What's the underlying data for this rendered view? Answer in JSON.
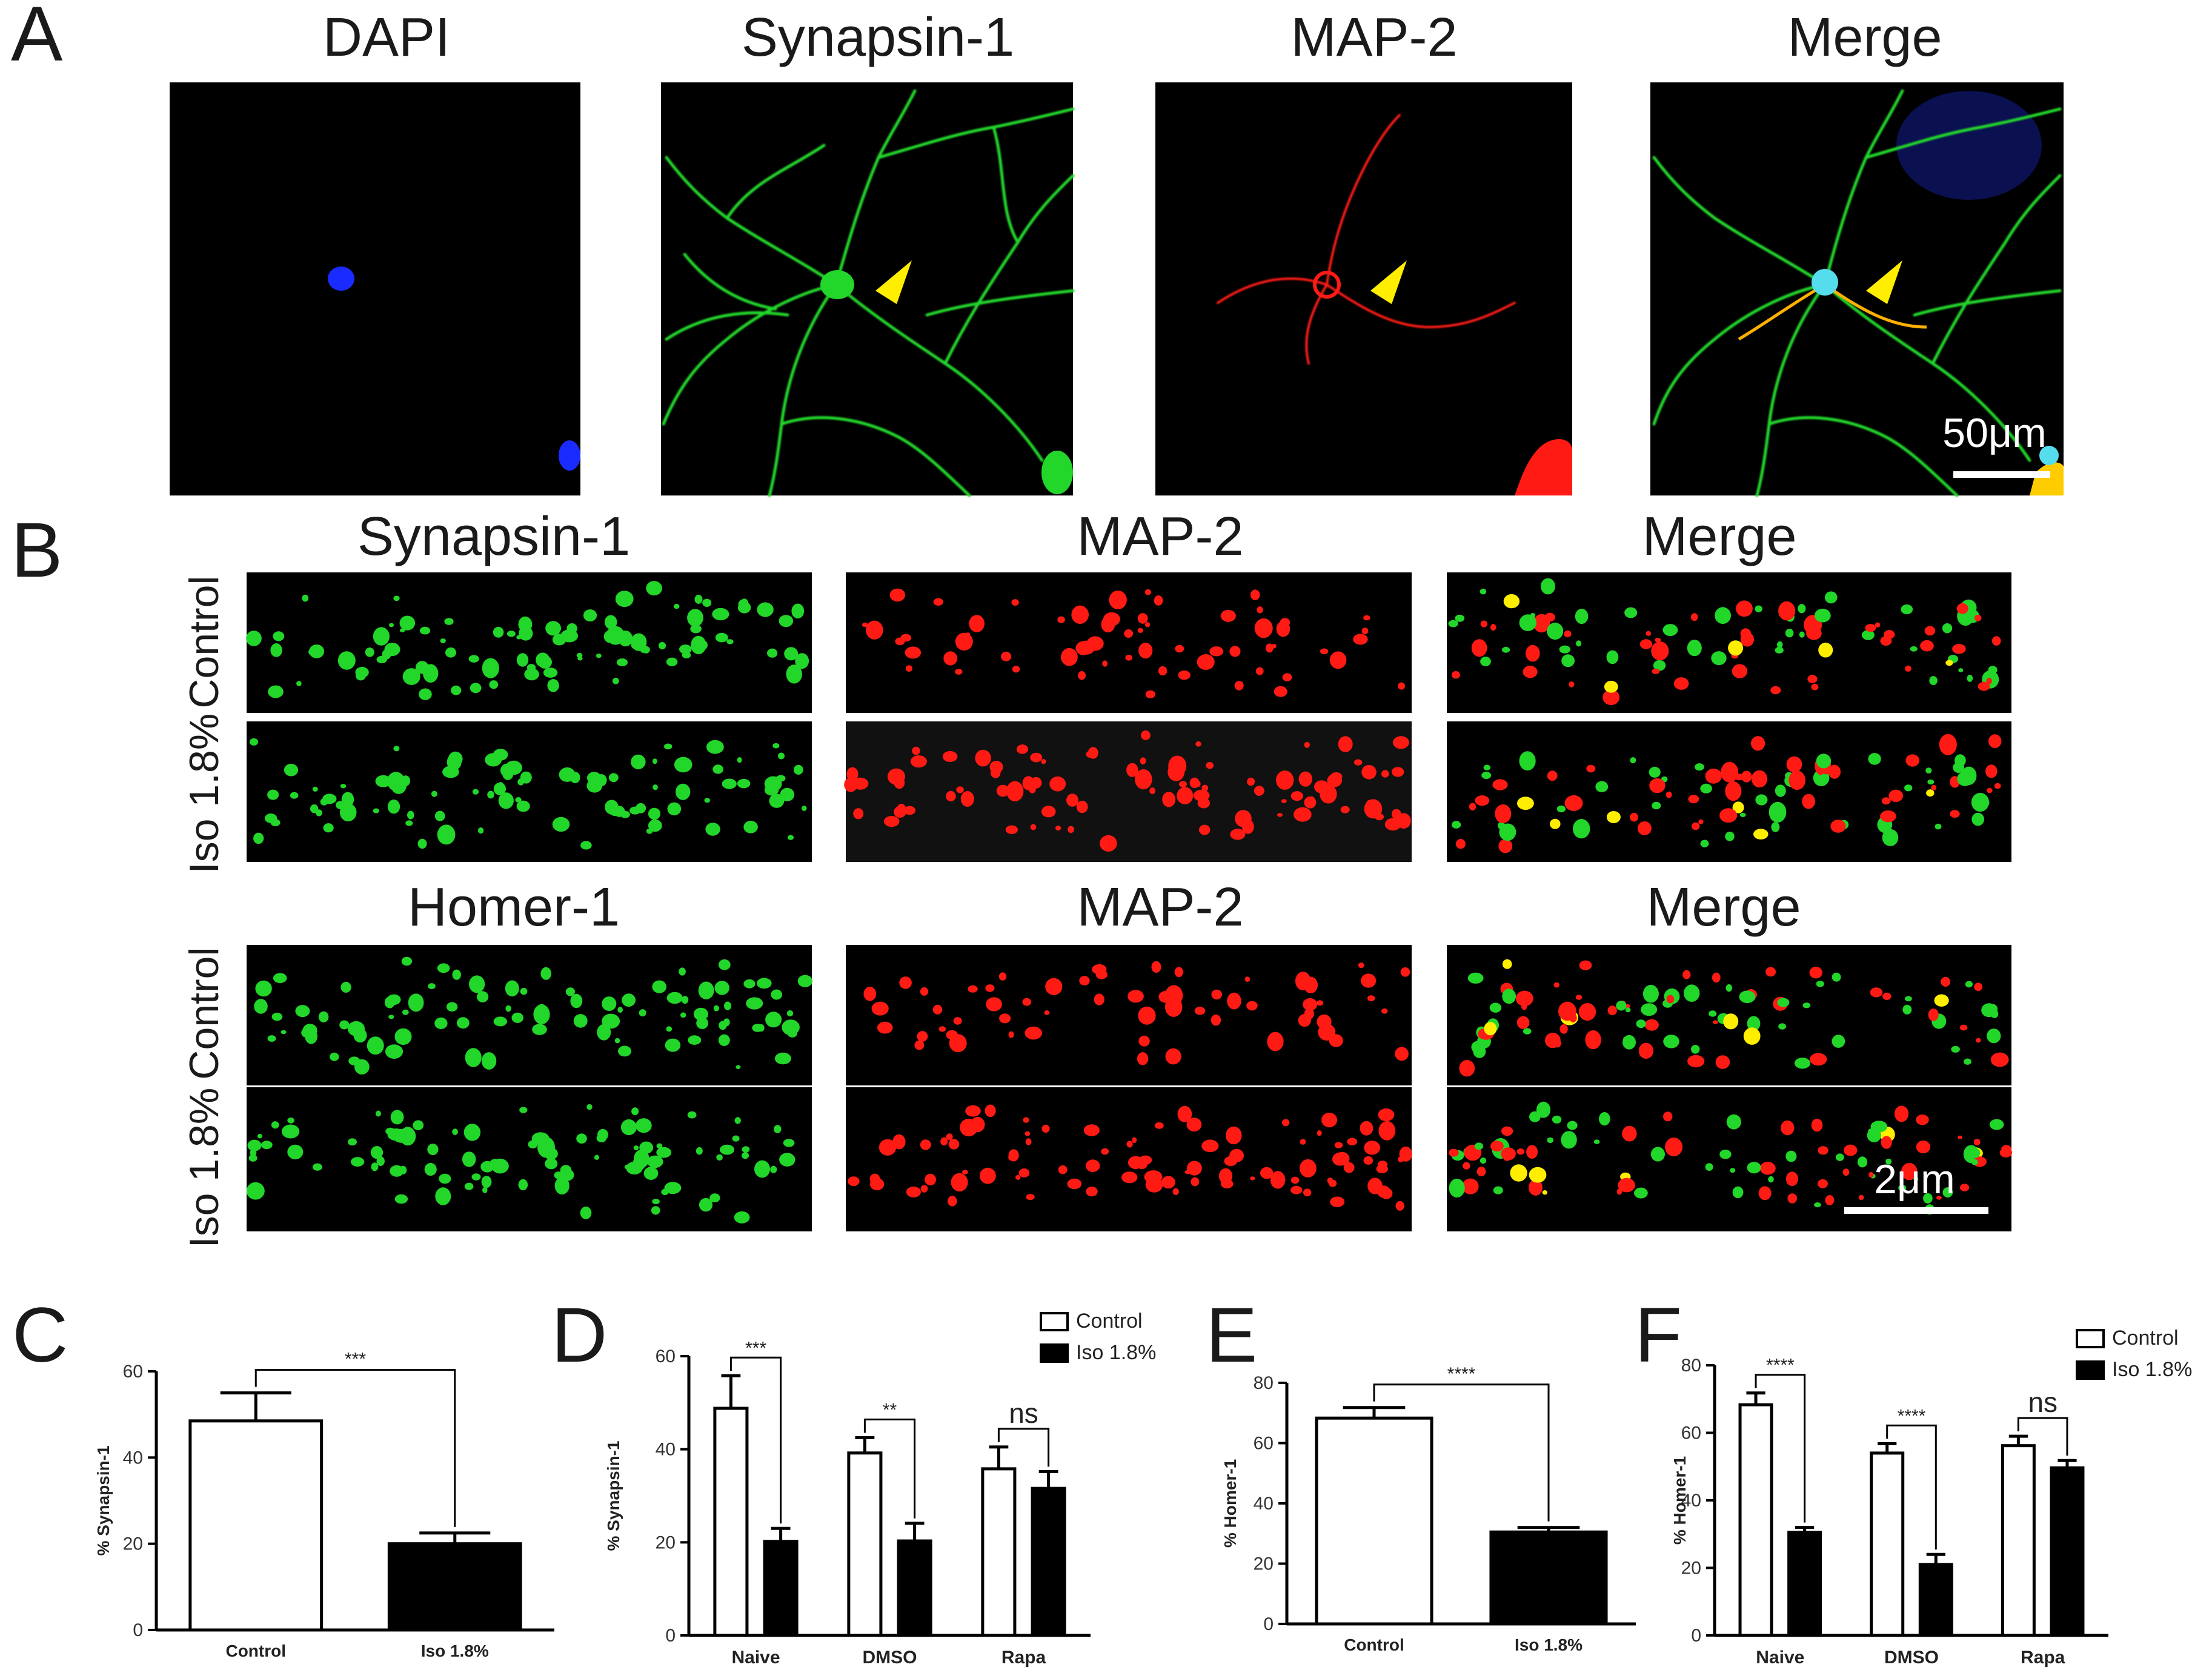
{
  "panels": {
    "A": {
      "letter": "A",
      "titles": [
        "DAPI",
        "Synapsin-1",
        "MAP-2",
        "Merge"
      ],
      "scale_bar": "50μm"
    },
    "B": {
      "letter": "B",
      "set1_titles": [
        "Synapsin-1",
        "MAP-2",
        "Merge"
      ],
      "set2_titles": [
        "Homer-1",
        "MAP-2",
        "Merge"
      ],
      "row_labels": [
        "Control",
        "Iso 1.8%"
      ],
      "scale_bar": "2μm"
    }
  },
  "colors": {
    "dapi": "#1a2bff",
    "green": "#22d62a",
    "red": "#ff1a14",
    "yellow": "#ffee00",
    "bar_filled": "#000000",
    "bar_open": "#ffffff"
  },
  "chart_data": [
    {
      "panel": "C",
      "type": "bar",
      "categories": [
        "Control",
        "Iso 1.8%"
      ],
      "values": [
        48.5,
        20
      ],
      "errors": [
        6.5,
        2.5
      ],
      "fills": [
        "open",
        "filled"
      ],
      "ylabel": "% Synapsin-1",
      "ylim": [
        0,
        60
      ],
      "yticks": [
        0,
        20,
        40,
        60
      ],
      "significance": [
        {
          "from": 0,
          "to": 1,
          "label": "***"
        }
      ]
    },
    {
      "panel": "D",
      "type": "bar",
      "categories": [
        "Naive",
        "DMSO",
        "Rapa"
      ],
      "series": [
        {
          "name": "Control",
          "values": [
            48.8,
            39.2,
            35.8
          ],
          "errors": [
            7,
            3.3,
            4.7
          ],
          "fill": "open"
        },
        {
          "name": "Iso 1.8%",
          "values": [
            20.2,
            20.3,
            31.6
          ],
          "errors": [
            2.8,
            3.8,
            3.6
          ],
          "fill": "filled"
        }
      ],
      "ylabel": "% Synapsin-1",
      "ylim": [
        0,
        60
      ],
      "yticks": [
        0,
        20,
        40,
        60
      ],
      "legend_position": "top-right",
      "significance": [
        {
          "category": 0,
          "label": "***"
        },
        {
          "category": 1,
          "label": "**"
        },
        {
          "category": 2,
          "label": "ns"
        }
      ]
    },
    {
      "panel": "E",
      "type": "bar",
      "categories": [
        "Control",
        "Iso 1.8%"
      ],
      "values": [
        68.3,
        30.5
      ],
      "errors": [
        3.5,
        1.5
      ],
      "fills": [
        "open",
        "filled"
      ],
      "ylabel": "% Homer-1",
      "ylim": [
        0,
        80
      ],
      "yticks": [
        0,
        20,
        40,
        60,
        80
      ],
      "significance": [
        {
          "from": 0,
          "to": 1,
          "label": "****"
        }
      ]
    },
    {
      "panel": "F",
      "type": "bar",
      "categories": [
        "Naive",
        "DMSO",
        "Rapa"
      ],
      "series": [
        {
          "name": "Control",
          "values": [
            68.3,
            54,
            56.2
          ],
          "errors": [
            3.5,
            2.8,
            2.8
          ],
          "fill": "open"
        },
        {
          "name": "Iso 1.8%",
          "values": [
            30.5,
            21,
            49.6
          ],
          "errors": [
            1.5,
            3,
            2.2
          ],
          "fill": "filled"
        }
      ],
      "ylabel": "% Homer-1",
      "ylim": [
        0,
        80
      ],
      "yticks": [
        0,
        20,
        40,
        60,
        80
      ],
      "legend_position": "top-right",
      "significance": [
        {
          "category": 0,
          "label": "****"
        },
        {
          "category": 1,
          "label": "****"
        },
        {
          "category": 2,
          "label": "ns"
        }
      ]
    }
  ]
}
